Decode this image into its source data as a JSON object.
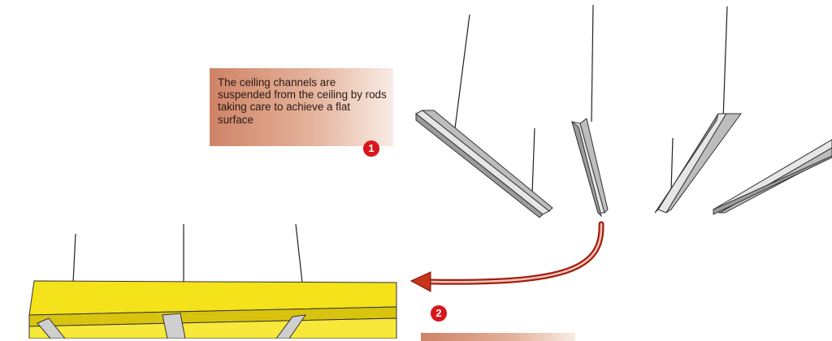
{
  "steps": {
    "step1": {
      "caption": "The ceiling channels are suspended from the ceiling by rods taking care to achieve a flat surface",
      "number": "1"
    },
    "step2": {
      "number": "2"
    }
  },
  "colors": {
    "badge": "#d9161c",
    "arrow": "#c8331c",
    "panel": "#f4e21a",
    "channel": "#c8c8c8"
  },
  "icons": {
    "arrow": "curved-arrow-icon"
  }
}
